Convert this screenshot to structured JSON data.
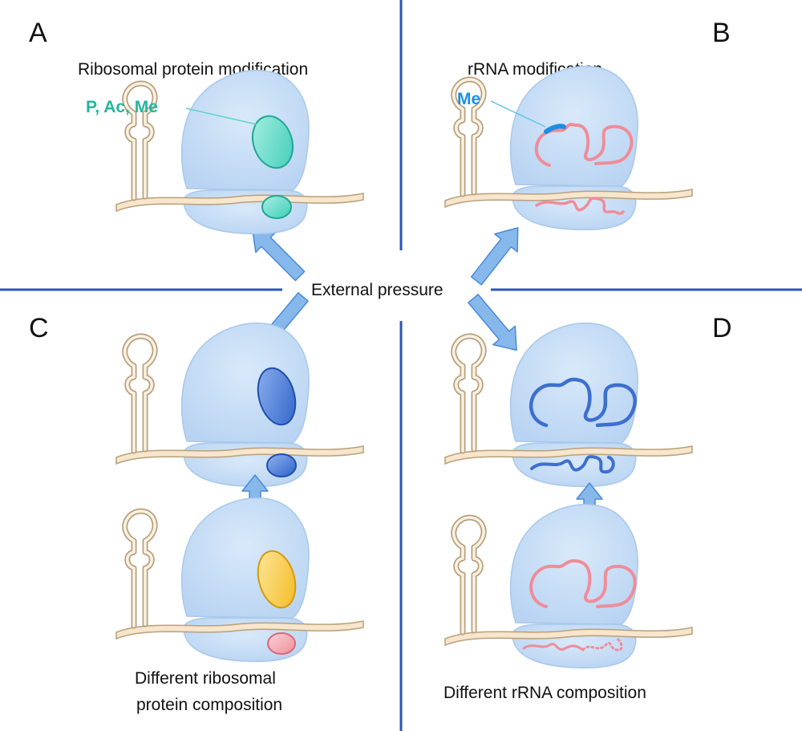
{
  "panels": {
    "a": {
      "letter": "A",
      "caption": "Ribosomal protein modification",
      "mod_label": "P, Ac, Me"
    },
    "b": {
      "letter": "B",
      "caption": "rRNA modification",
      "mod_label": "Me"
    },
    "c": {
      "letter": "C",
      "caption_line1": "Different ribosomal",
      "caption_line2": "protein composition"
    },
    "d": {
      "letter": "D",
      "caption": "Different rRNA composition"
    }
  },
  "center_label": "External pressure",
  "colors": {
    "divider": "#2a56b5",
    "ribosome_fill": "#c6ddf5",
    "ribosome_stroke": "#9cc0e8",
    "mrna_fill": "#f7e3c8",
    "mrna_stroke": "#b59b78",
    "teal": "#2bbfaa",
    "teal_label": "#24b5a0",
    "rrna_pink": "#f08c98",
    "rrna_blue": "#3d6fd0",
    "methyl_blue": "#1c8fe0",
    "protein_blue": "#2f66c8",
    "protein_yellow": "#f5c233",
    "protein_pink": "#f0a0aa",
    "arrow_fill": "#7fb3ea",
    "arrow_stroke": "#4a8ad8"
  }
}
